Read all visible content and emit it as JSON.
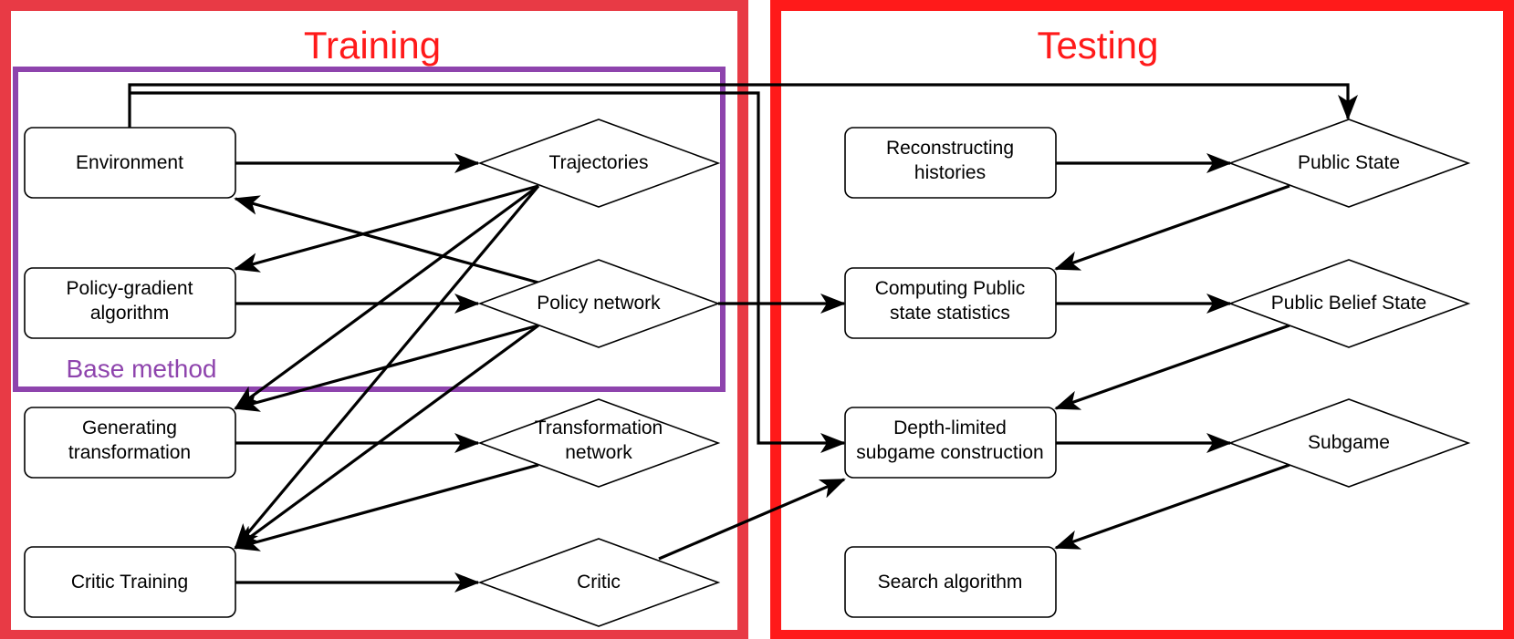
{
  "training": {
    "title": "Training",
    "base_method_label": "Base method",
    "color": "#e83a45",
    "base_color": "#8e44ad",
    "nodes": {
      "environment": "Environment",
      "policy_gradient_l1": "Policy-gradient",
      "policy_gradient_l2": "algorithm",
      "generating_l1": "Generating",
      "generating_l2": "transformation",
      "critic_training": "Critic Training",
      "trajectories": "Trajectories",
      "policy_network": "Policy network",
      "transformation_l1": "Transformation",
      "transformation_l2": "network",
      "critic": "Critic"
    }
  },
  "testing": {
    "title": "Testing",
    "color": "#ff1a1a",
    "nodes": {
      "reconstructing_l1": "Reconstructing",
      "reconstructing_l2": "histories",
      "computing_l1": "Computing Public",
      "computing_l2": "state statistics",
      "depth_l1": "Depth-limited",
      "depth_l2": "subgame construction",
      "search_algorithm": "Search algorithm",
      "public_state": "Public State",
      "public_belief_state": "Public Belief State",
      "subgame": "Subgame"
    }
  }
}
